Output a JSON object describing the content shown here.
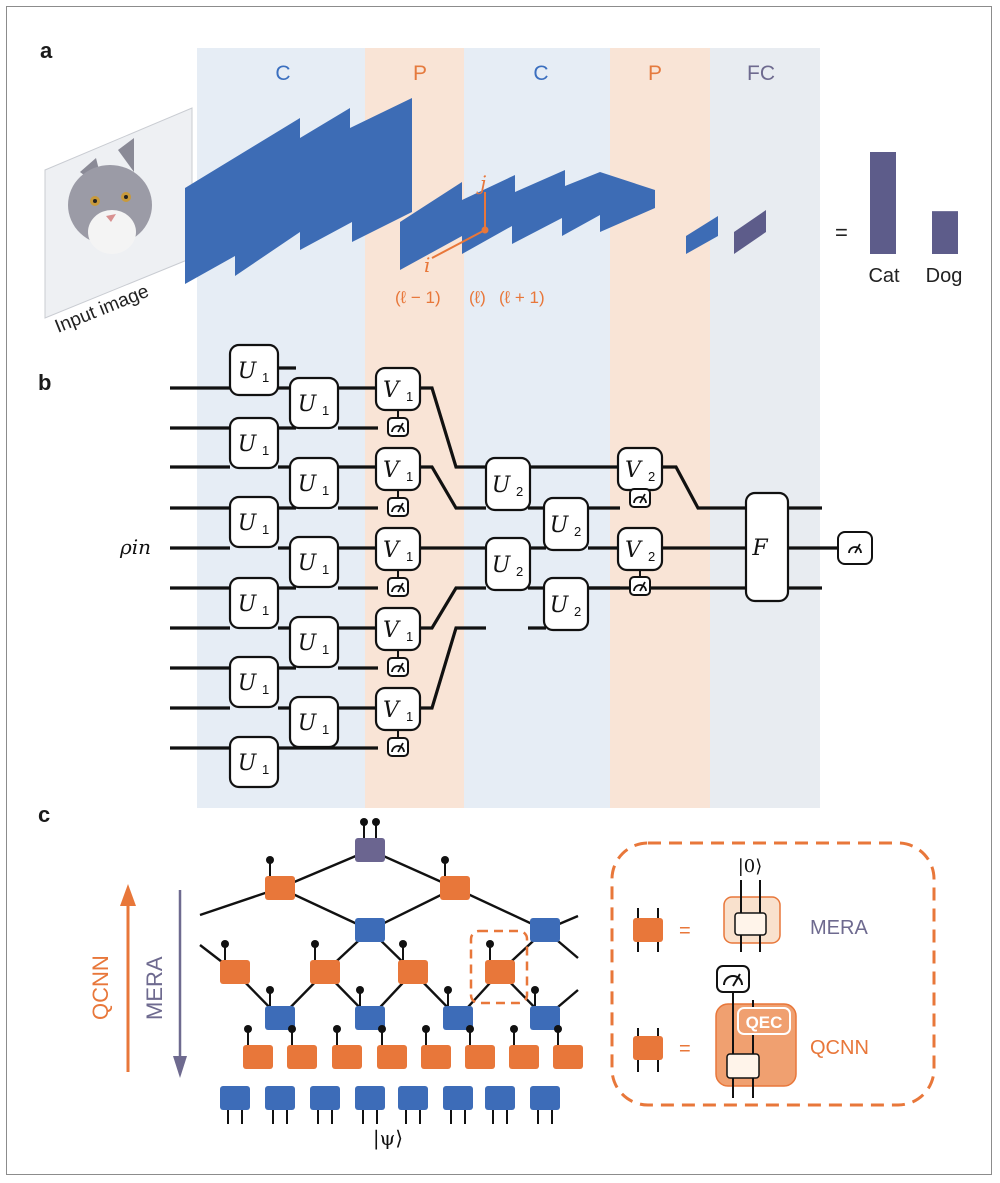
{
  "panels": {
    "a": "a",
    "b": "b",
    "c": "c"
  },
  "layers": [
    "C",
    "P",
    "C",
    "P",
    "FC"
  ],
  "input_label": "Input image",
  "indices": {
    "i": "i",
    "j": "j"
  },
  "layer_index": [
    "(ℓ − 1)",
    "(ℓ)",
    "(ℓ + 1)"
  ],
  "equals": "=",
  "outputs": [
    "Cat",
    "Dog"
  ],
  "output_levels": [
    1.0,
    0.42
  ],
  "rho_in": "ρin",
  "gates": {
    "u1": "U",
    "v1": "V",
    "u2": "U",
    "v2": "V",
    "f": "F",
    "sub1": "1",
    "sub2": "2"
  },
  "qcnn_label": "QCNN",
  "mera_label": "MERA",
  "psi_label": "|ψ⟩",
  "legend": {
    "zero_ket": "|0⟩",
    "mera": "MERA",
    "qec": "QEC",
    "qcnn": "QCNN",
    "equals": "="
  },
  "colors": {
    "conv_band": "#e6edf5",
    "pool_band": "#f9e4d6",
    "fc_band": "#e8ecf1",
    "conv_text": "#3b6fbf",
    "pool_text": "#e57a3e",
    "fc_text": "#6e6a8f",
    "feature_blue": "#3d6cb5",
    "fc_purple": "#5d5c8a",
    "orange": "#e8773a",
    "blue_gate": "#3d6cb8",
    "top_gate": "#6b6590",
    "legend_fill": "#f9e1cd",
    "qec_fill": "#f0a070"
  }
}
